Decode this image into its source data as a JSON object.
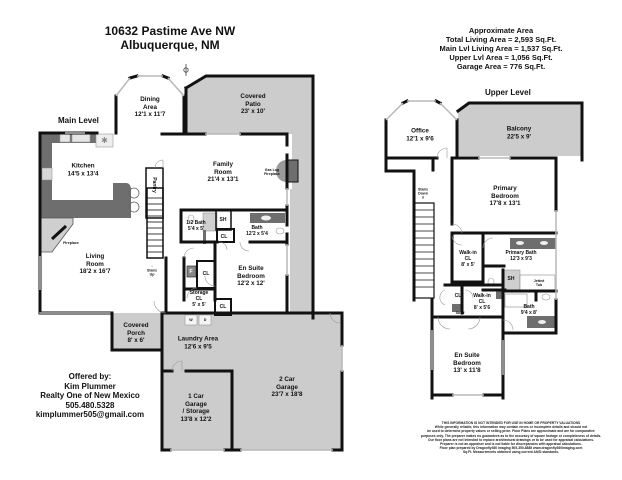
{
  "header": {
    "address_line1": "10632 Pastime Ave NW",
    "address_line2": "Albuquerque, NM"
  },
  "area_summary": {
    "title": "Approximate Area",
    "total": "Total Living Area = 2,593 Sq.Ft.",
    "main": "Main Lvl Living Area = 1,537 Sq.Ft.",
    "upper": "Upper Lvl Area = 1,056 Sq.Ft.",
    "garage": "Garage Area = 776 Sq.Ft."
  },
  "main_level": {
    "label": "Main Level",
    "rooms": {
      "dining": {
        "name": "Dining",
        "name2": "Area",
        "size": "12'1 x 11'7"
      },
      "patio": {
        "name": "Covered",
        "name2": "Patio",
        "size": "23' x 10'"
      },
      "kitchen": {
        "name": "Kitchen",
        "size": "14'5 x 13'4"
      },
      "family": {
        "name": "Family",
        "name2": "Room",
        "size": "21'4 x 13'1"
      },
      "gas_fireplace": {
        "name": "Gas Log",
        "name2": "Fireplace"
      },
      "pantry": {
        "name": "Pantry"
      },
      "fireplace": {
        "name": "Fireplace"
      },
      "living": {
        "name": "Living",
        "name2": "Room",
        "size": "18'2 x 16'7"
      },
      "half_bath": {
        "name": "1/2 Bath",
        "size": "5'4 x 5'"
      },
      "sh": {
        "name": "SH"
      },
      "bath": {
        "name": "Bath",
        "size": "12'2 x 5'4"
      },
      "cl1": {
        "name": "CL"
      },
      "stairs": {
        "name": "Stairs",
        "name2": "Up"
      },
      "f": {
        "name": "F"
      },
      "cl2": {
        "name": "CL"
      },
      "ensuite": {
        "name": "En Suite",
        "name2": "Bedroom",
        "size": "12'2 x 12'"
      },
      "storage": {
        "name": "Storage",
        "name2": "CL",
        "size": "5' x 5'"
      },
      "cl3": {
        "name": "CL"
      },
      "washer": {
        "name": "W"
      },
      "dryer": {
        "name": "D"
      },
      "porch": {
        "name": "Covered",
        "name2": "Porch",
        "size": "8' x 6'"
      },
      "laundry": {
        "name": "Laundry Area",
        "size": "12'6 x 9'5"
      },
      "garage1": {
        "name": "1 Car",
        "name2": "Garage",
        "name3": "/ Storage",
        "size": "13'8 x 12'2"
      },
      "garage2": {
        "name": "2 Car",
        "name2": "Garage",
        "size": "23'7 x 18'8"
      }
    }
  },
  "upper_level": {
    "label": "Upper Level",
    "rooms": {
      "office": {
        "name": "Office",
        "size": "12'1 x 9'6"
      },
      "balcony": {
        "name": "Balcony",
        "size": "22'5 x 9'"
      },
      "stairs": {
        "name": "Stairs",
        "name2": "Down"
      },
      "primary": {
        "name": "Primary",
        "name2": "Bedroom",
        "size": "17'8 x 13'1"
      },
      "walkin1": {
        "name": "Walk-in",
        "name2": "CL",
        "size": "8' x 5'"
      },
      "primary_bath": {
        "name": "Primary Bath",
        "size": "12'3 x 9'3"
      },
      "sh": {
        "name": "SH"
      },
      "tub": {
        "name": "Jetted",
        "name2": "Tub"
      },
      "cl": {
        "name": "CL"
      },
      "walkin2": {
        "name": "Walk-in",
        "name2": "CL",
        "size": "8' x 5'6"
      },
      "shelf": {
        "name": "Shelf"
      },
      "bath": {
        "name": "Bath",
        "size": "9'4 x 8'"
      },
      "ensuite": {
        "name": "En Suite",
        "name2": "Bedroom",
        "size": "13' x 11'8"
      }
    }
  },
  "agent": {
    "offered_by": "Offered by:",
    "name": "Kim Plummer",
    "brokerage": "Realty One of New Mexico",
    "phone": "505.480.5328",
    "email": "kimplummer505@gmail.com"
  },
  "disclaimer": {
    "l1": "THIS INFORMATION IS NOT INTENDED FOR USE IN HOME OR PROPERTY VALUATIONS",
    "l2": "While generally reliable, this information may contain errors or incomplete details and should not",
    "l3": "be used to determine property values or selling price. Floor Plans are approximate and are for comparative",
    "l4": "purposes only. The preparer makes no guarantees as to the accuracy of square footage or completeness of details.",
    "l5": "Our floor plans are not intended to replace architectural drawings or to be used for appraisal calculations.",
    "l6": "Preparer is not an appraiser and is not liable for discrepancies with appraisal calculations.",
    "l7": "Floor plan prepared by Dragonfly360 Imaging 505-350-8885  www.dragonfly360imaging.com",
    "l8": "Sq.Ft. Measurements obtained using current ANSI standards."
  },
  "colors": {
    "wall": "#111111",
    "outdoor_fill": "#cccccc",
    "counter_fill": "#6e6e6e",
    "window": "#b8b8b8"
  }
}
